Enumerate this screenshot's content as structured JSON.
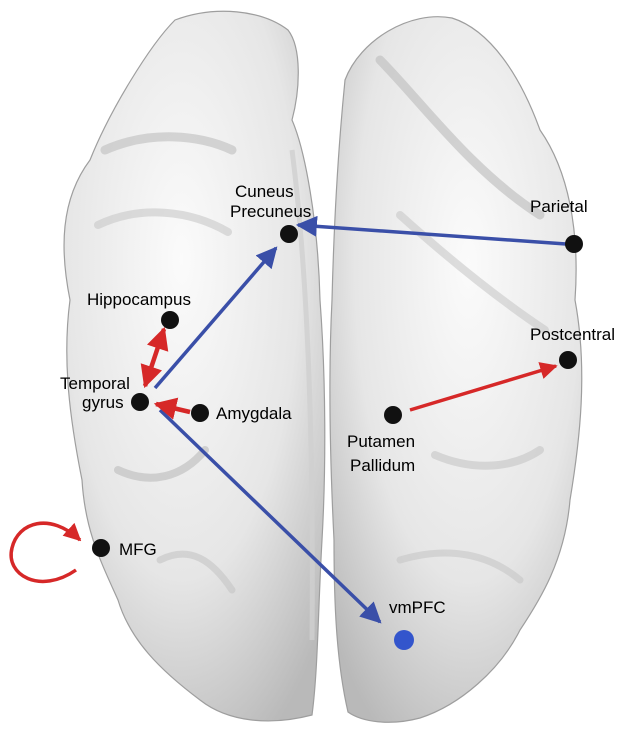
{
  "labels": {
    "cuneus": "Cuneus",
    "precuneus": "Precuneus",
    "parietal": "Parietal",
    "hippocampus": "Hippocampus",
    "postcentral": "Postcentral",
    "temporal": "Temporal",
    "gyrus": "gyrus",
    "amygdala": "Amygdala",
    "putamen": "Putamen",
    "pallidum": "Pallidum",
    "mfg": "MFG",
    "vmpfc": "vmPFC"
  },
  "colors": {
    "red_connection": "#d62828",
    "blue_connection": "#3a4fa8",
    "node_default": "#111111",
    "node_vmpfc": "#3355cc",
    "brain_fill": "#e6e6e6",
    "brain_shade": "#bdbdbd"
  },
  "connections": [
    {
      "from": "parietal",
      "to": "cuneus-precuneus",
      "color": "blue",
      "direction": "forward"
    },
    {
      "from": "temporal-gyrus",
      "to": "cuneus-precuneus",
      "color": "blue",
      "direction": "forward"
    },
    {
      "from": "temporal-gyrus",
      "to": "vmpfc",
      "color": "blue",
      "direction": "forward"
    },
    {
      "from": "hippocampus",
      "to": "temporal-gyrus",
      "color": "red",
      "direction": "bidirectional"
    },
    {
      "from": "amygdala",
      "to": "temporal-gyrus",
      "color": "red",
      "direction": "forward"
    },
    {
      "from": "putamen-pallidum",
      "to": "postcentral",
      "color": "red",
      "direction": "forward"
    },
    {
      "from": "mfg",
      "to": "mfg",
      "color": "red",
      "direction": "self-loop"
    }
  ]
}
